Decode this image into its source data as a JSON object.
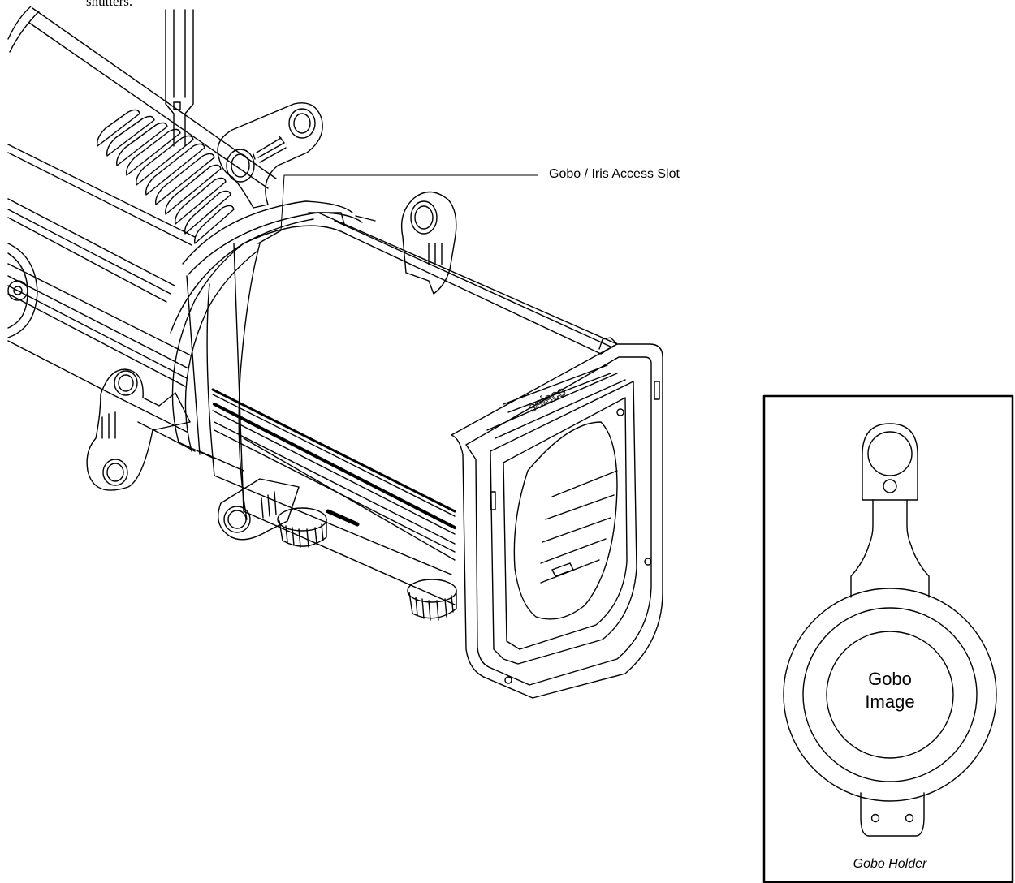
{
  "top_text_fragment": "shutters.",
  "callout": {
    "gobo_iris_access_slot": "Gobo / Iris Access Slot"
  },
  "brand_engraving": "seleco",
  "inset": {
    "center_text_line1": "Gobo",
    "center_text_line2": "Image",
    "caption": "Gobo Holder"
  }
}
